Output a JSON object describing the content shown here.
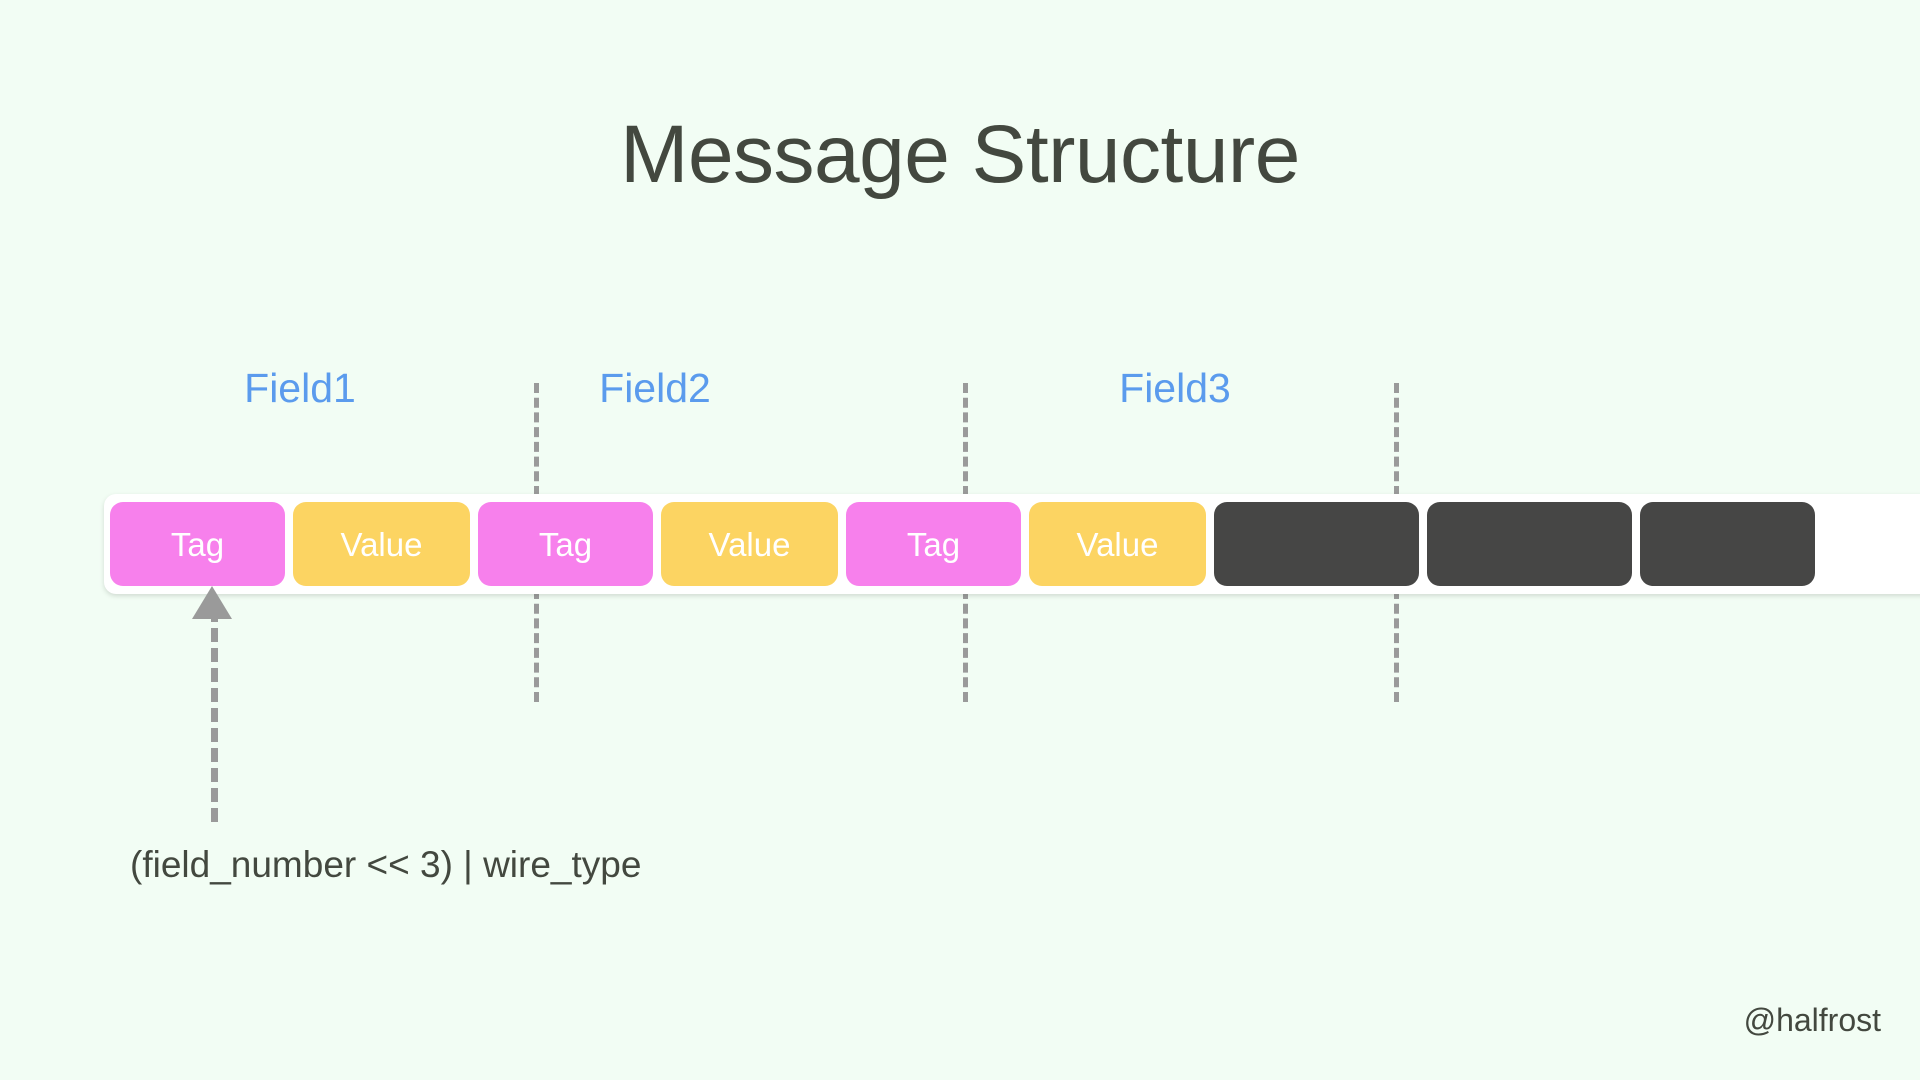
{
  "page": {
    "title": "Message Structure",
    "background_color": "#f2fdf4",
    "title_color": "#43483f",
    "watermark": "@halfrost"
  },
  "diagram": {
    "type": "protobuf-message-layout",
    "accent_color": "#5b9bed",
    "tag_color": "#f780ec",
    "value_color": "#fcd462",
    "filler_color": "#464645",
    "divider_color": "#9a9a9a",
    "field_groups": [
      {
        "label": "Field1",
        "blocks": [
          {
            "kind": "tag",
            "label": "Tag"
          },
          {
            "kind": "value",
            "label": "Value"
          }
        ]
      },
      {
        "label": "Field2",
        "blocks": [
          {
            "kind": "tag",
            "label": "Tag"
          },
          {
            "kind": "value",
            "label": "Value"
          }
        ]
      },
      {
        "label": "Field3",
        "blocks": [
          {
            "kind": "tag",
            "label": "Tag"
          },
          {
            "kind": "value",
            "label": "Value"
          }
        ]
      }
    ],
    "trailing_blocks": [
      {
        "kind": "filler",
        "label": ""
      },
      {
        "kind": "filler",
        "label": ""
      },
      {
        "kind": "filler",
        "label": ""
      }
    ],
    "annotation": {
      "text": "(field_number << 3) | wire_type",
      "points_at": "Field1 Tag"
    }
  }
}
